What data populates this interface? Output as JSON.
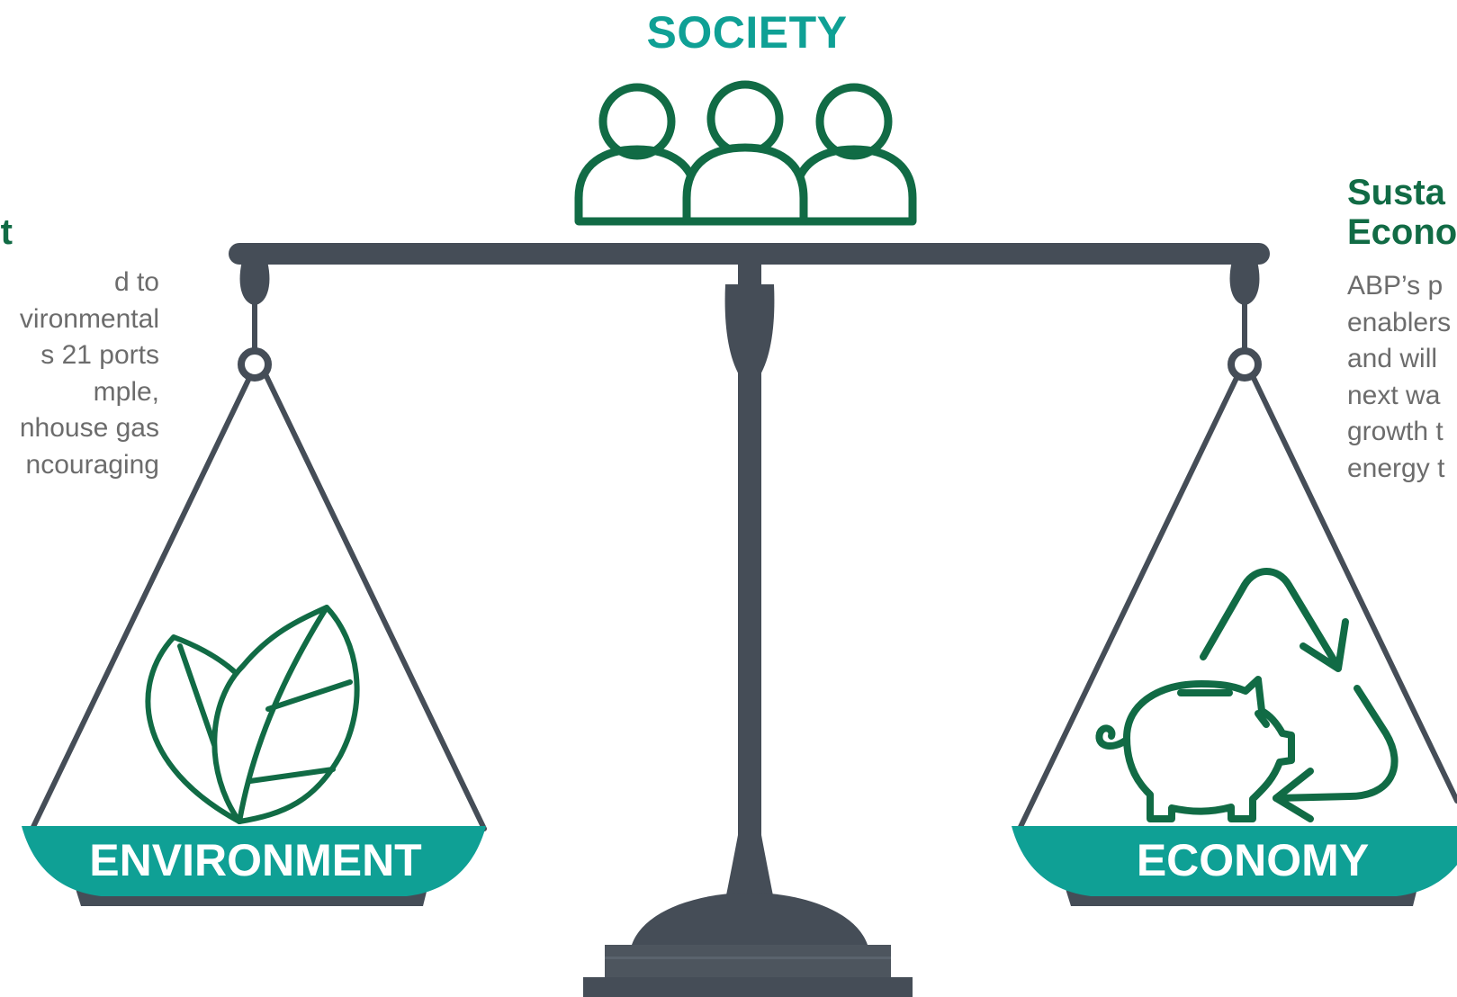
{
  "society": {
    "title": "SOCIETY"
  },
  "environment": {
    "pan_label": "ENVIRONMENT",
    "heading_visible": "t",
    "body_lines": [
      "d to",
      "vironmental",
      "s 21 ports",
      "mple,",
      "nhouse gas",
      "ncouraging"
    ]
  },
  "economy": {
    "pan_label": "ECONOMY",
    "heading_lines": [
      "Susta",
      "Econo"
    ],
    "body_lines": [
      "ABP’s p",
      "enablers",
      "and will",
      "next wa",
      "growth t",
      "energy t"
    ]
  },
  "icons": [
    "people-group-icon",
    "leaves-icon",
    "piggy-bank-icon",
    "recycle-arrows-icon",
    "balance-scale-icon"
  ],
  "colors": {
    "primary_green": "#116b45",
    "teal": "#0fa095",
    "scale_gray": "#454d57",
    "body_text": "#6c6c6c"
  }
}
